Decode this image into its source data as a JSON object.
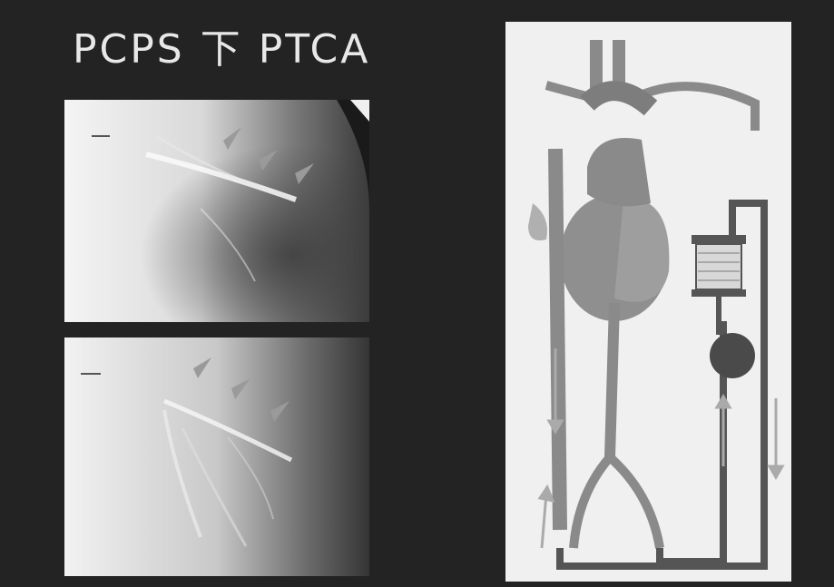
{
  "slide": {
    "title": "PCPS 下 PTCA"
  },
  "images": {
    "angiogram_top": "angiogram-before",
    "angiogram_bottom": "angiogram-after",
    "diagram": "pcps-circuit-diagram"
  }
}
